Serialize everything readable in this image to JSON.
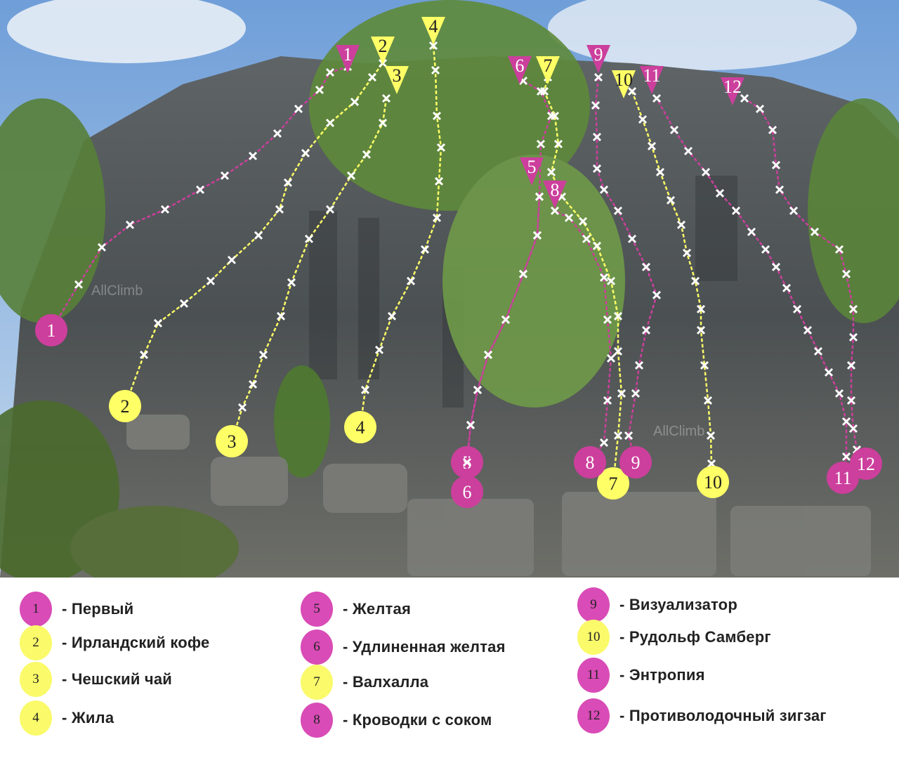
{
  "watermark": "AllClimb",
  "colors": {
    "magenta": "#cc3f9c",
    "yellow": "#ffff66",
    "legend_magenta": "#d94bb6",
    "legend_yellow": "#fafa6a"
  },
  "routes": [
    {
      "number": "1",
      "name": "- Первый",
      "color": "magenta"
    },
    {
      "number": "2",
      "name": "- Ирландский кофе",
      "color": "yellow"
    },
    {
      "number": "3",
      "name": "- Чешский чай",
      "color": "yellow"
    },
    {
      "number": "4",
      "name": "- Жила",
      "color": "yellow"
    },
    {
      "number": "5",
      "name": "- Желтая",
      "color": "magenta"
    },
    {
      "number": "6",
      "name": "- Удлиненная желтая",
      "color": "magenta"
    },
    {
      "number": "7",
      "name": "- Валхалла",
      "color": "yellow"
    },
    {
      "number": "8",
      "name": "- Кроводки с соком",
      "color": "magenta"
    },
    {
      "number": "9",
      "name": "- Визуализатор",
      "color": "magenta"
    },
    {
      "number": "10",
      "name": "- Рудольф Самберг",
      "color": "yellow"
    },
    {
      "number": "11",
      "name": "- Энтропия",
      "color": "magenta"
    },
    {
      "number": "12",
      "name": "- Противолодочный зигзаг",
      "color": "magenta"
    }
  ]
}
